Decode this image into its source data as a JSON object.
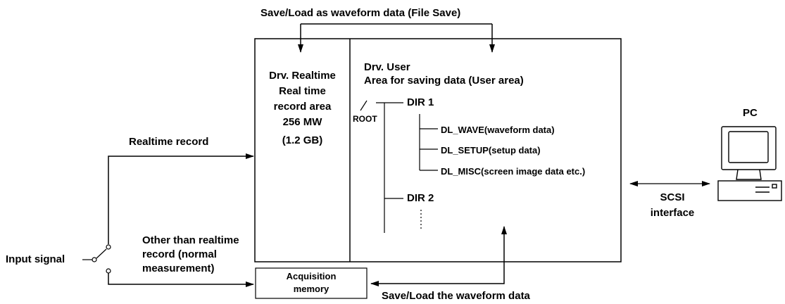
{
  "title_top": "Save/Load as waveform data  (File Save)",
  "realtime_drive": {
    "name": "Drv. Realtime",
    "line2": "Real time",
    "line3": "record area",
    "capacity": "256 MW",
    "capacity_bytes": "(1.2 GB)"
  },
  "user_drive": {
    "name": "Drv. User",
    "description": "Area for saving data (User area)",
    "root_label": "ROOT",
    "dir1": "DIR 1",
    "dir2": "DIR 2",
    "subdirs": [
      "DL_WAVE(waveform data)",
      "DL_SETUP(setup data)",
      "DL_MISC(screen image data etc.)"
    ]
  },
  "pc": {
    "label": "PC"
  },
  "scsi": {
    "line1": "SCSI",
    "line2": "interface"
  },
  "realtime_record": "Realtime record",
  "other_record": {
    "line1": "Other than realtime",
    "line2": "record (normal",
    "line3": "measurement)"
  },
  "input_signal": "Input signal",
  "acquisition_memory": {
    "line1": "Acquisition",
    "line2": "memory"
  },
  "bottom_label": "Save/Load the waveform data",
  "colors": {
    "stroke": "#000000",
    "background": "#ffffff"
  }
}
